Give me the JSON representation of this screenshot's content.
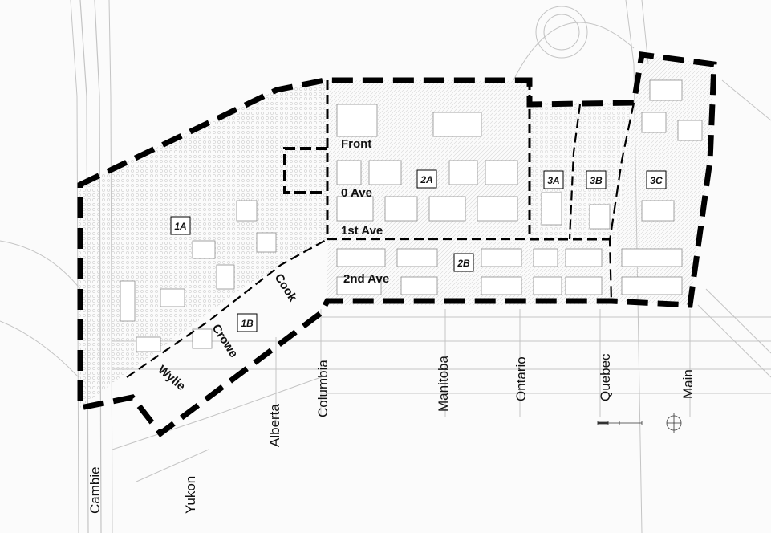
{
  "map": {
    "zones": [
      {
        "id": "1A",
        "label": "1A"
      },
      {
        "id": "1B",
        "label": "1B"
      },
      {
        "id": "2A",
        "label": "2A"
      },
      {
        "id": "2B",
        "label": "2B"
      },
      {
        "id": "3A",
        "label": "3A"
      },
      {
        "id": "3B",
        "label": "3B"
      },
      {
        "id": "3C",
        "label": "3C"
      }
    ],
    "internal_streets": {
      "front": "Front",
      "zero_ave": "0 Ave",
      "first_ave": "1st Ave",
      "second_ave": "2nd Ave",
      "cook": "Cook",
      "crowe": "Crowe",
      "wylie": "Wylie"
    },
    "cross_streets": {
      "cambie": "Cambie",
      "yukon": "Yukon",
      "alberta": "Alberta",
      "columbia": "Columbia",
      "manitoba": "Manitoba",
      "ontario": "Ontario",
      "quebec": "Quebec",
      "main": "Main"
    },
    "colors": {
      "boundary": "#000000",
      "linework": "#bdbdbd",
      "background": "#fbfbfb"
    }
  }
}
